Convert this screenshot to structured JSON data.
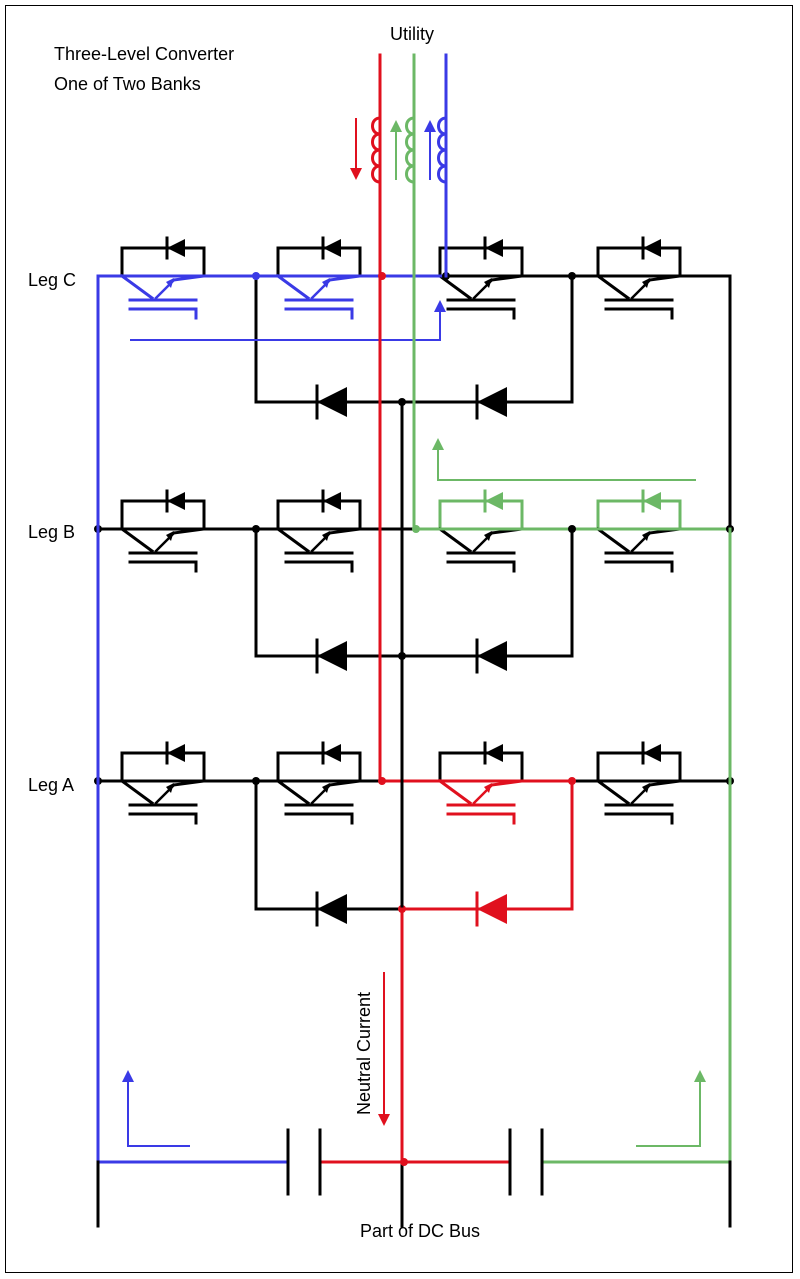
{
  "title_line1": "Three-Level Converter",
  "title_line2": "One of Two Banks",
  "utility_label": "Utility",
  "legs": {
    "c": "Leg C",
    "b": "Leg B",
    "a": "Leg A"
  },
  "neutral_label": "Neutral Current",
  "dc_bus_label": "Part of DC Bus",
  "colors": {
    "wire": "#000000",
    "phase_red": "#e0101e",
    "phase_green": "#6cb866",
    "phase_blue": "#3a3ae6"
  }
}
